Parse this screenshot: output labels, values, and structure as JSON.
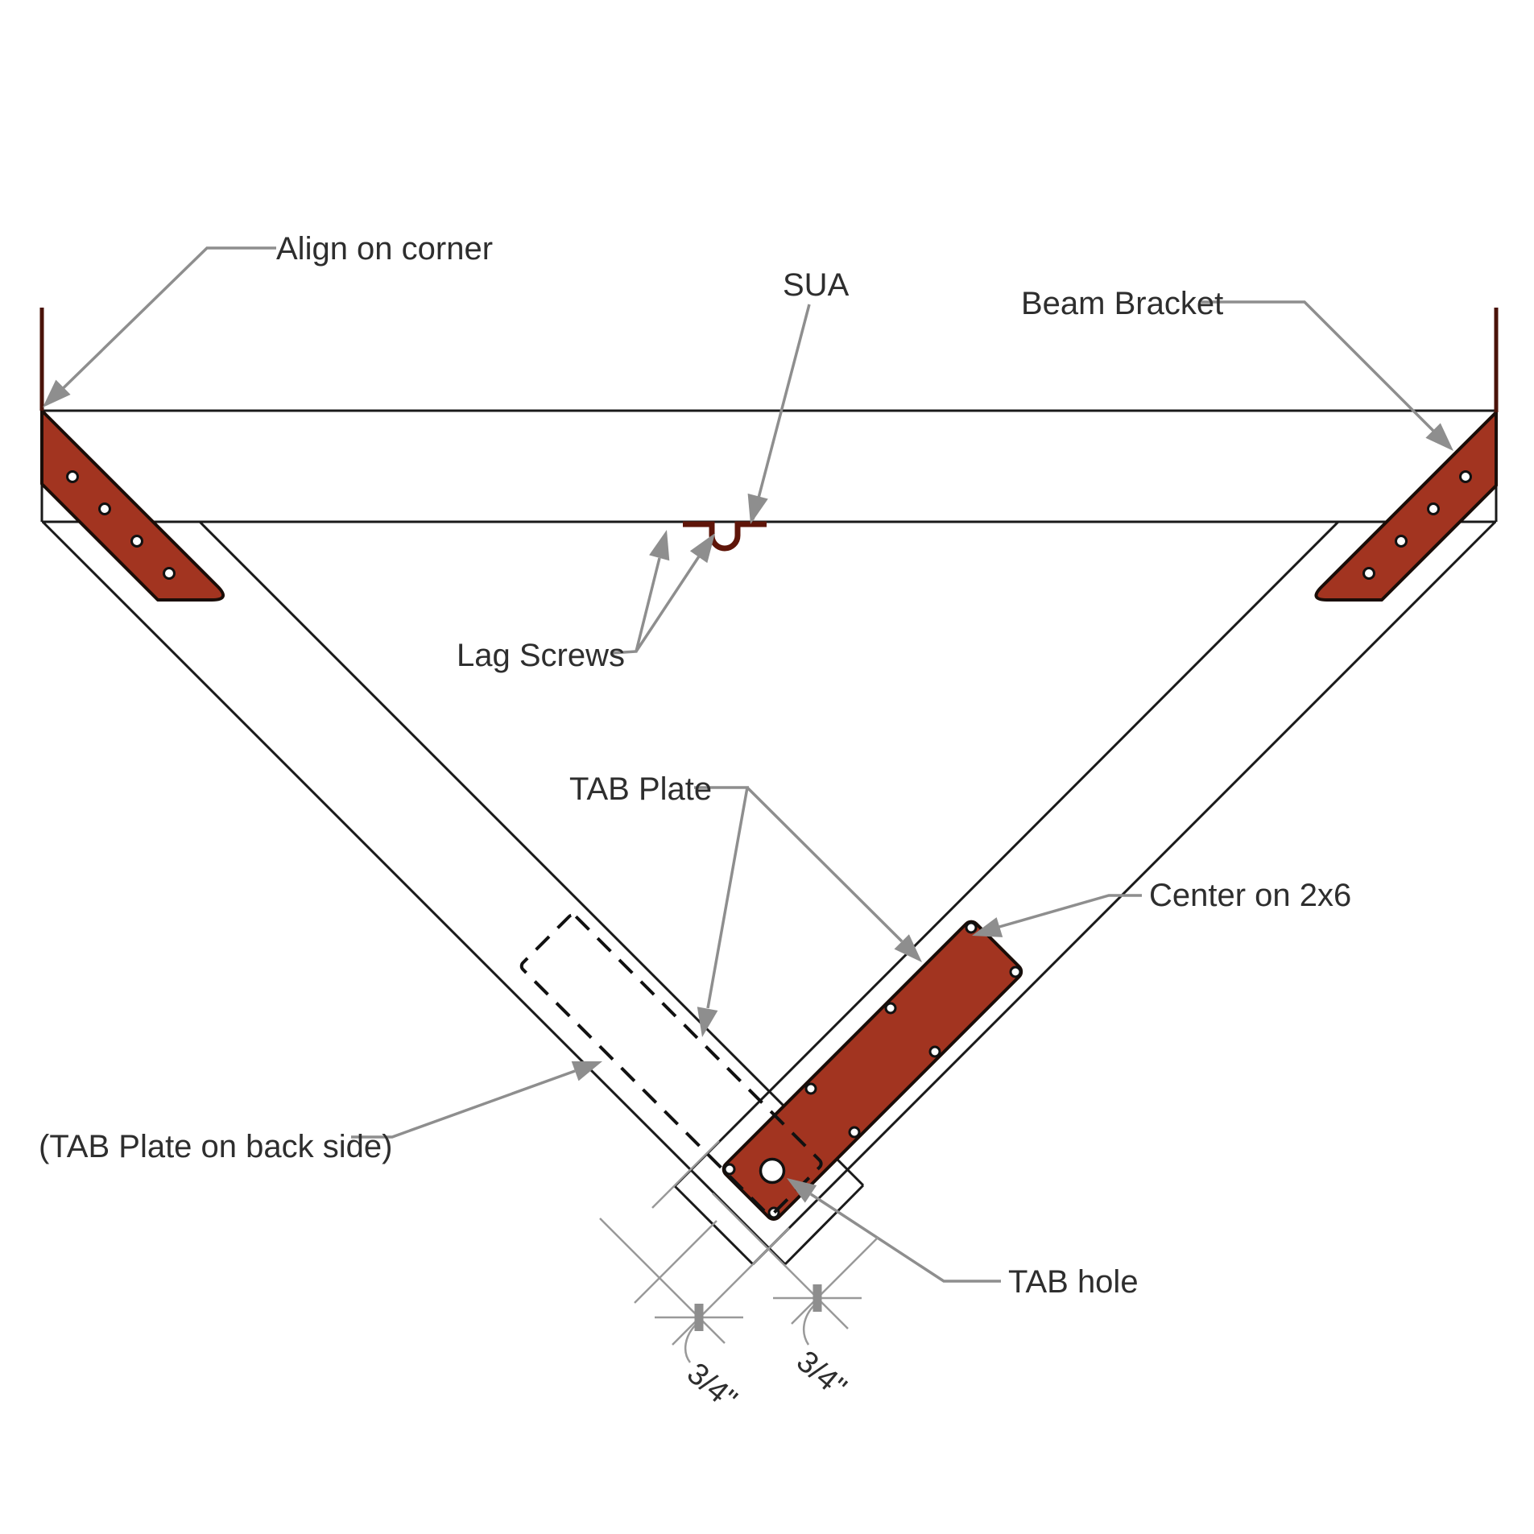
{
  "title": "Beam bracket and TAB plate installation detail",
  "colors": {
    "line_black": "#1a1a1a",
    "bracket_red": "#A23420",
    "plate_red": "#A23420",
    "sua_dark_red": "#5f1509",
    "corner_tick_maroon": "#4a1309",
    "annotation_gray": "#8e8e8e",
    "text_dark": "#2e2e2e",
    "hole_white": "#ffffff"
  },
  "labels": {
    "align_on_corner": "Align on corner",
    "sua": "SUA",
    "beam_bracket": "Beam Bracket",
    "lag_screws": "Lag Screws",
    "tab_plate": "TAB Plate",
    "center_on_2x6": "Center on 2x6",
    "tab_plate_back_side": "(TAB Plate on back side)",
    "tab_hole": "TAB hole"
  },
  "dimensions": {
    "left": "3/4\"",
    "right": "3/4\""
  }
}
